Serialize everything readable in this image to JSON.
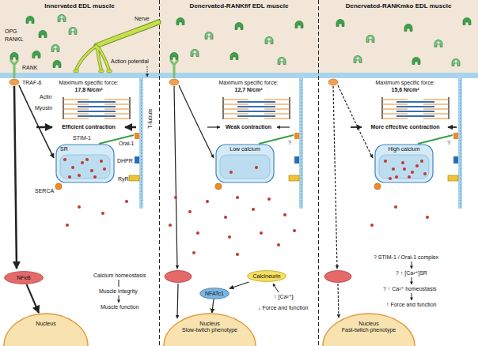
{
  "diagram": {
    "nodes": [
      {
        "text": [
          "Innervated EDL muscle"
        ]
      },
      {
        "text": [
          "SR"
        ],
        "in": 0
      },
      {
        "text": [
          "NFκB"
        ],
        "in": 0
      },
      {
        "text": [
          "Nucleus"
        ],
        "in": 0
      },
      {
        "text": [
          "Denervated-RANKf/f EDL muscle"
        ]
      },
      {
        "text": [
          "Low calcium"
        ],
        "in": 4
      },
      {
        "text": [
          "Calcineurin"
        ],
        "in": 4
      },
      {
        "text": [
          "NFATc1"
        ],
        "in": 4
      },
      {
        "text": [
          "Nucleus",
          "Slow-twitch phenotype"
        ],
        "in": 4
      },
      {
        "text": [
          "Denervated-RANKmko EDL muscle"
        ]
      },
      {
        "text": [
          "High calcium"
        ],
        "in": 9
      },
      {
        "text": [
          "Nucleus",
          "Fast-twitch phenotype"
        ],
        "in": 9
      }
    ],
    "edges": [
      {
        "from": 2,
        "to": 3,
        "arrow": "to"
      },
      {
        "from": 6,
        "to": 7,
        "arrow": "to"
      },
      {
        "from": 7,
        "to": 8,
        "arrow": "to"
      }
    ],
    "labels": [
      "Nerve",
      "OPG",
      "RANKL",
      "Action potential",
      "RANK",
      "TRAF-6",
      "Maximum specific force:",
      "17,8 N/cm²",
      "Actin",
      "Myosin",
      "Efficient contraction",
      "T-tubule",
      "STIM-1",
      "Orai-1",
      "DHPR",
      "RyR",
      "SERCA",
      "Calcium homeostasis",
      "Muscle integrity",
      "Muscle function",
      "Maximum specific force:",
      "12,7 N/cm²",
      "Weak contraction",
      "?",
      "↑ [Ca²⁺]ᵢ",
      "↓ Force and function",
      "Maximum specific force:",
      "15,6 N/cm²",
      "More effective contraction",
      "?",
      "? STIM-1 / Orai-1 complex",
      "? ↑ [Ca²⁺]SR",
      "? ↑ Ca²⁺ homeostasis",
      "↑ Force and function"
    ]
  }
}
